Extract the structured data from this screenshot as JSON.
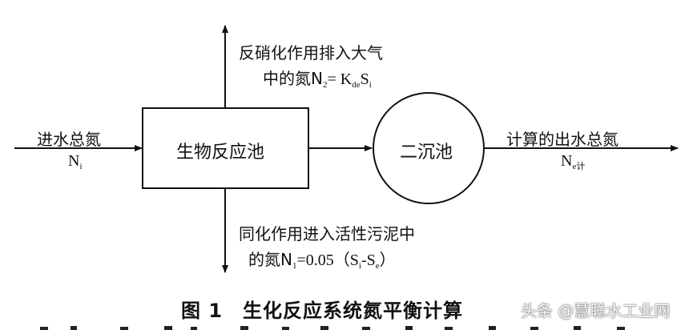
{
  "diagram": {
    "nodes": {
      "bioreactor": {
        "label": "生物反应池"
      },
      "clarifier": {
        "label": "二沉池"
      }
    },
    "inlet": {
      "label": "进水总氮",
      "symbol": "N",
      "sub": "i"
    },
    "outlet": {
      "label": "计算的出水总氮",
      "symbol": "N",
      "sub": "e计"
    },
    "top_branch": {
      "line1": "反硝化作用排入大气",
      "line2_prefix": "中的氮N",
      "line2_sub1": "2",
      "line2_mid": "= K",
      "line2_sub2": "de",
      "line2_mid2": "S",
      "line2_sub3": "i"
    },
    "bottom_branch": {
      "line1": "同化作用进入活性污泥中",
      "line2_prefix": "的氮N",
      "line2_sub1": "1",
      "line2_mid": "=0.05（S",
      "line2_sub2": "i",
      "line2_mid2": "-S",
      "line2_sub3": "e",
      "line2_end": "）"
    }
  },
  "caption": {
    "text": "图 1　生化反应系统氮平衡计算"
  },
  "watermark": {
    "text": "头条 @慧聪水工业网"
  }
}
